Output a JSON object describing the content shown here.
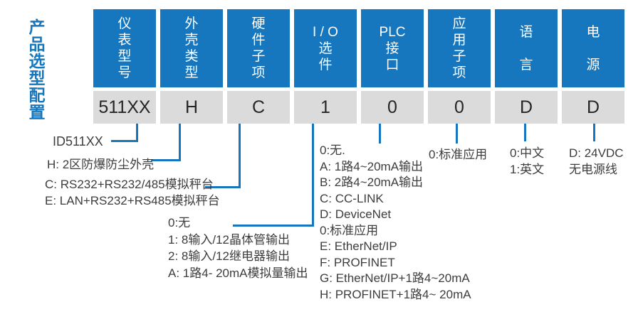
{
  "title": "产品选型配置",
  "colors": {
    "primary_blue": "#1677BE",
    "line_blue": "#1677BE",
    "value_bg": "#DBDBDB",
    "value_text": "#262626",
    "annotation_text": "#3D3D3D"
  },
  "columns": [
    {
      "header": "仪\n表\n型\n号",
      "value": "511XX",
      "annotation": "ID511XX"
    },
    {
      "header": "外\n壳\n类\n型",
      "value": "H",
      "annotation": "H: 2区防爆防尘外壳"
    },
    {
      "header": "硬\n件\n子\n项",
      "value": "C",
      "annotation": "C: RS232+RS232/485模拟秤台\nE: LAN+RS232+RS485模拟秤台"
    },
    {
      "header": "I / O\n选\n件",
      "value": "1",
      "annotation": "0:无\n1: 8输入/12晶体管输出\n2: 8输入/12继电器输出\nA: 1路4- 20mA模拟量输出"
    },
    {
      "header": "PLC\n接\n口",
      "value": "0",
      "annotation": "0:无.\nA: 1路4~20mA输出\nB: 2路4~20mA输出\nC: CC-LINK\nD: DeviceNet\n0:标准应用\nE: EtherNet/IP\nF: PROFINET\nG: EtherNet/IP+1路4~20mA\nH: PROFINET+1路4~ 20mA"
    },
    {
      "header": "应\n用\n子\n项",
      "value": "0",
      "annotation": "0:标准应用"
    },
    {
      "header": "语\n\n言",
      "value": "D",
      "annotation": "0:中文\n1:英文"
    },
    {
      "header": "电\n\n源",
      "value": "D",
      "annotation": "D: 24VDC\n无电源线"
    }
  ]
}
